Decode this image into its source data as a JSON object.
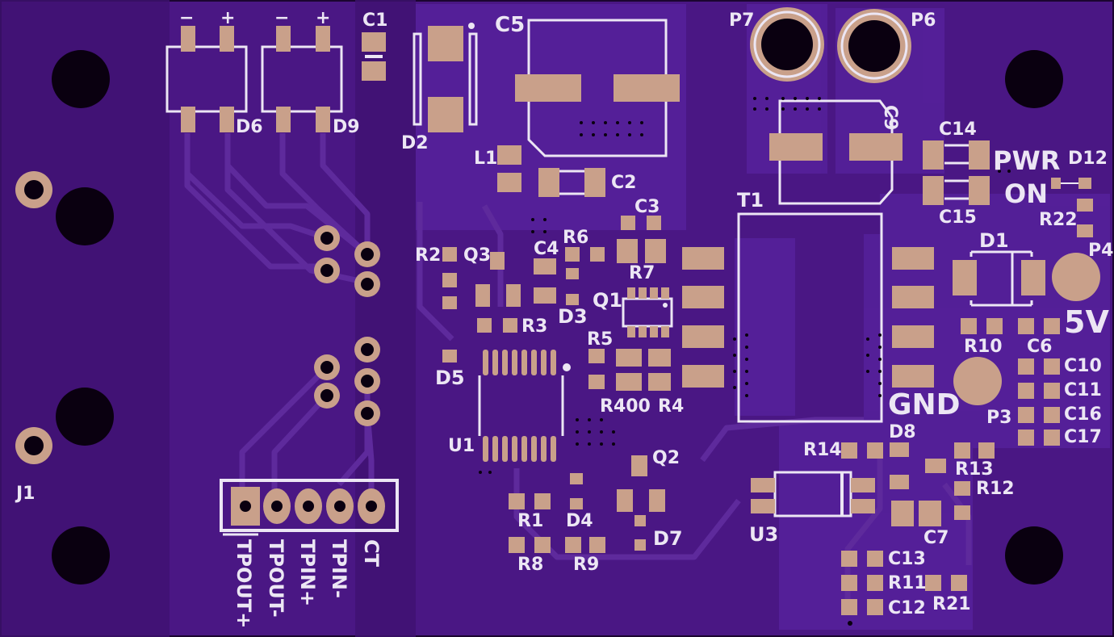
{
  "colors": {
    "board": "#4a1784",
    "board_dark": "#3d1170",
    "copper_pour": "#5a2596",
    "pad": "#c9a08a",
    "silkscreen": "#ece6f4",
    "hole": "#0a0010",
    "trace": "#5e2a9c"
  },
  "labels": {
    "d6": "D6",
    "d9": "D9",
    "c1": "C1",
    "d2": "D2",
    "c5": "C5",
    "p7": "P7",
    "p6": "P6",
    "c9": "C9",
    "c14": "C14",
    "c15": "C15",
    "pwr": "PWR",
    "on": "ON",
    "d12": "D12",
    "r22": "R22",
    "p4": "P4",
    "l1": "L1",
    "c2": "C2",
    "c3": "C3",
    "t1": "T1",
    "d1": "D1",
    "r2": "R2",
    "q3": "Q3",
    "c4": "C4",
    "r6": "R6",
    "r7": "R7",
    "q1": "Q1",
    "d3": "D3",
    "r3": "R3",
    "r5": "R5",
    "d5": "D5",
    "r400": "R400",
    "r4": "R4",
    "u1": "U1",
    "gnd": "GND",
    "p3": "P3",
    "v5": "5V",
    "r10": "R10",
    "c6": "C6",
    "c10": "C10",
    "c11": "C11",
    "c16": "C16",
    "c17": "C17",
    "r14": "R14",
    "d8": "D8",
    "r13": "R13",
    "r12": "R12",
    "q2": "Q2",
    "r1": "R1",
    "d4": "D4",
    "c7": "C7",
    "u3": "U3",
    "d7": "D7",
    "r8": "R8",
    "r9": "R9",
    "c13": "C13",
    "r11": "R11",
    "r21": "R21",
    "c12": "C12",
    "j1": "J1",
    "tpout_plus": "TPOUT+",
    "tpout_minus": "TPOUT-",
    "tpin_plus": "TPIN+",
    "tpin_minus": "TPIN-",
    "ct": "CT",
    "d6_minus": "−",
    "d6_plus": "+",
    "d9_minus": "−",
    "d9_plus": "+"
  }
}
